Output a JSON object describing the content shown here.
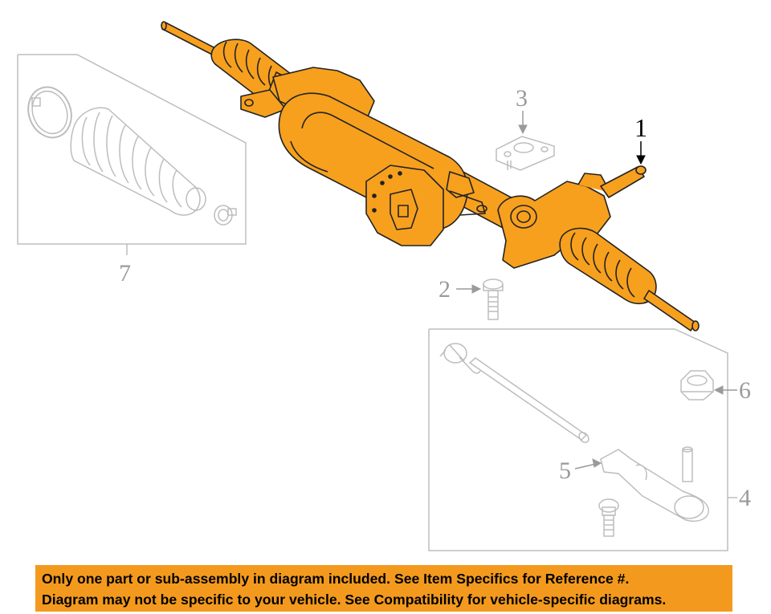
{
  "callouts": {
    "c1": "1",
    "c2": "2",
    "c3": "3",
    "c4": "4",
    "c5": "5",
    "c6": "6",
    "c7": "7"
  },
  "notice": {
    "line1": "Only one part or sub-assembly in diagram included. See Item Specifics for Reference #.",
    "line2": "Diagram may not be specific to your vehicle. See Compatibility for vehicle-specific diagrams."
  },
  "colors": {
    "highlight_part": "#f7a01e",
    "outline": "#222222",
    "ghost_parts": "#b8b8b8",
    "notice_bg": "#f39a1e"
  }
}
